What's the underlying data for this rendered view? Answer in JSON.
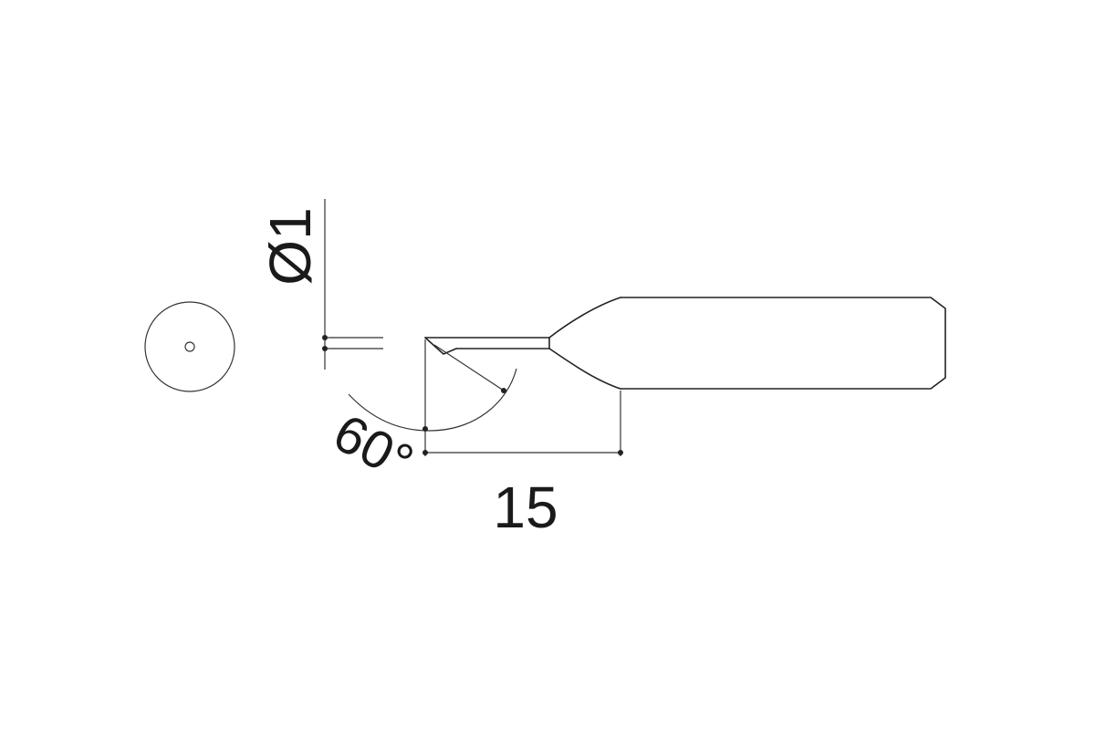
{
  "dimensions": {
    "diameter_label": "Ø1",
    "angle_label": "60°",
    "length_label": "15"
  },
  "colors": {
    "line": "#222222",
    "background": "#ffffff"
  }
}
